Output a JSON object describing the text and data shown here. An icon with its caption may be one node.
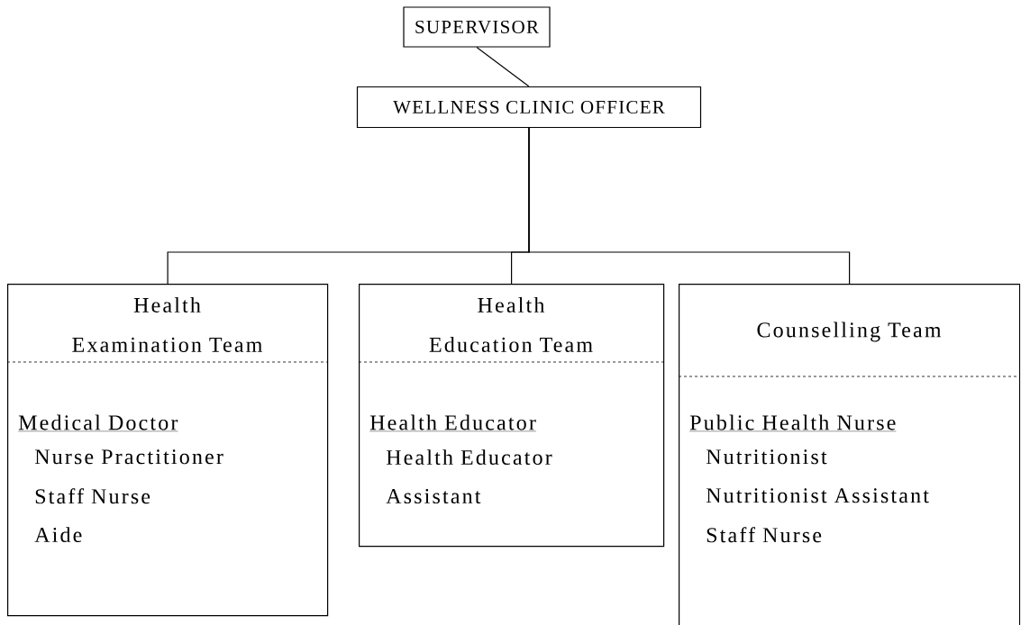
{
  "diagram": {
    "nodes": [
      {
        "text": [
          "SUPERVISOR"
        ]
      },
      {
        "text": [
          "WELLNESS CLINIC OFFICER"
        ]
      },
      {
        "text": [
          "Health Examination Team",
          "Medical Doctor",
          "Nurse Practitioner",
          "Staff Nurse",
          "Aide"
        ]
      },
      {
        "text": [
          "Health Education Team",
          "Health Educator",
          "Health Educator Assistant"
        ]
      },
      {
        "text": [
          "Counselling Team",
          "Public Health Nurse",
          "Nutritionist",
          "Nutritionist Assistant",
          "Staff Nurse"
        ]
      }
    ],
    "edges": [
      {
        "from": 0,
        "to": 1,
        "arrow": "none"
      },
      {
        "from": 1,
        "to": 2,
        "arrow": "none"
      },
      {
        "from": 1,
        "to": 3,
        "arrow": "none"
      },
      {
        "from": 1,
        "to": 4,
        "arrow": "none"
      }
    ]
  }
}
